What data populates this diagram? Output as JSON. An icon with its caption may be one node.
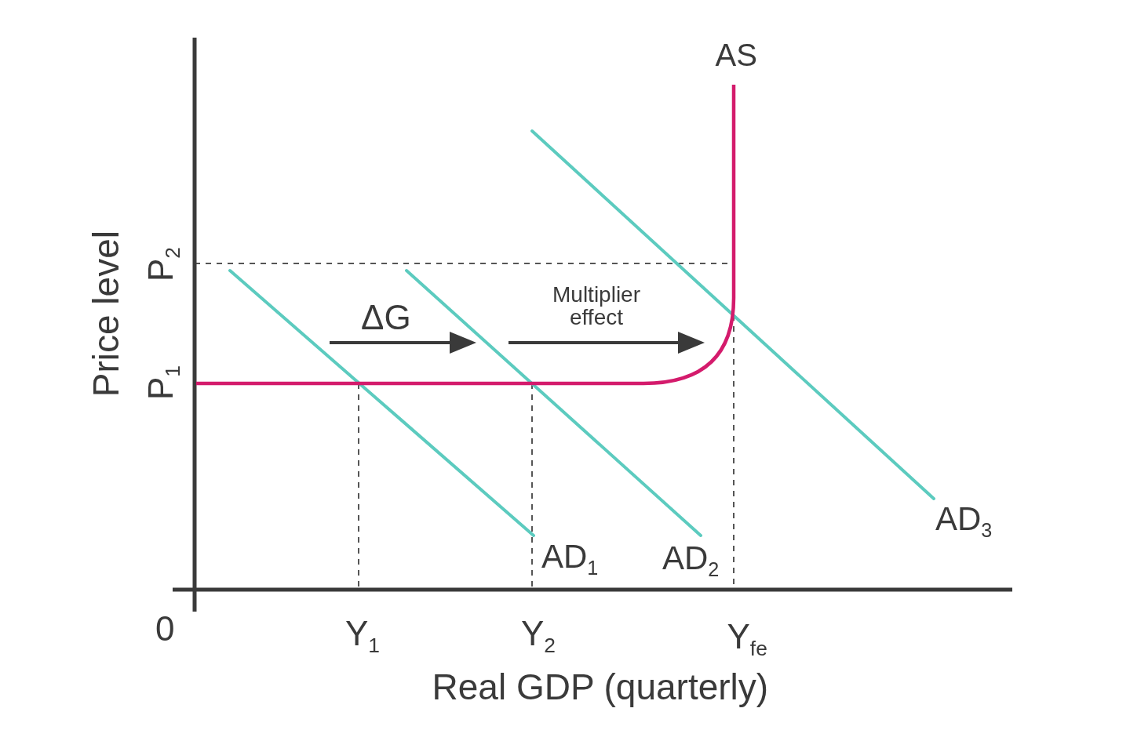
{
  "diagram": {
    "labels": [
      "AS",
      "P$_{2}$",
      "Multiplier effect",
      "ΔG",
      "P$_{1}$",
      "Price level",
      "AD$_{3}$",
      "AD$_{1}$",
      "AD$_{2}$",
      "0",
      "Y$_{1}$",
      "Y$_{2}$",
      "Y$_{fe}$",
      "Real GDP (quarterly)"
    ]
  }
}
